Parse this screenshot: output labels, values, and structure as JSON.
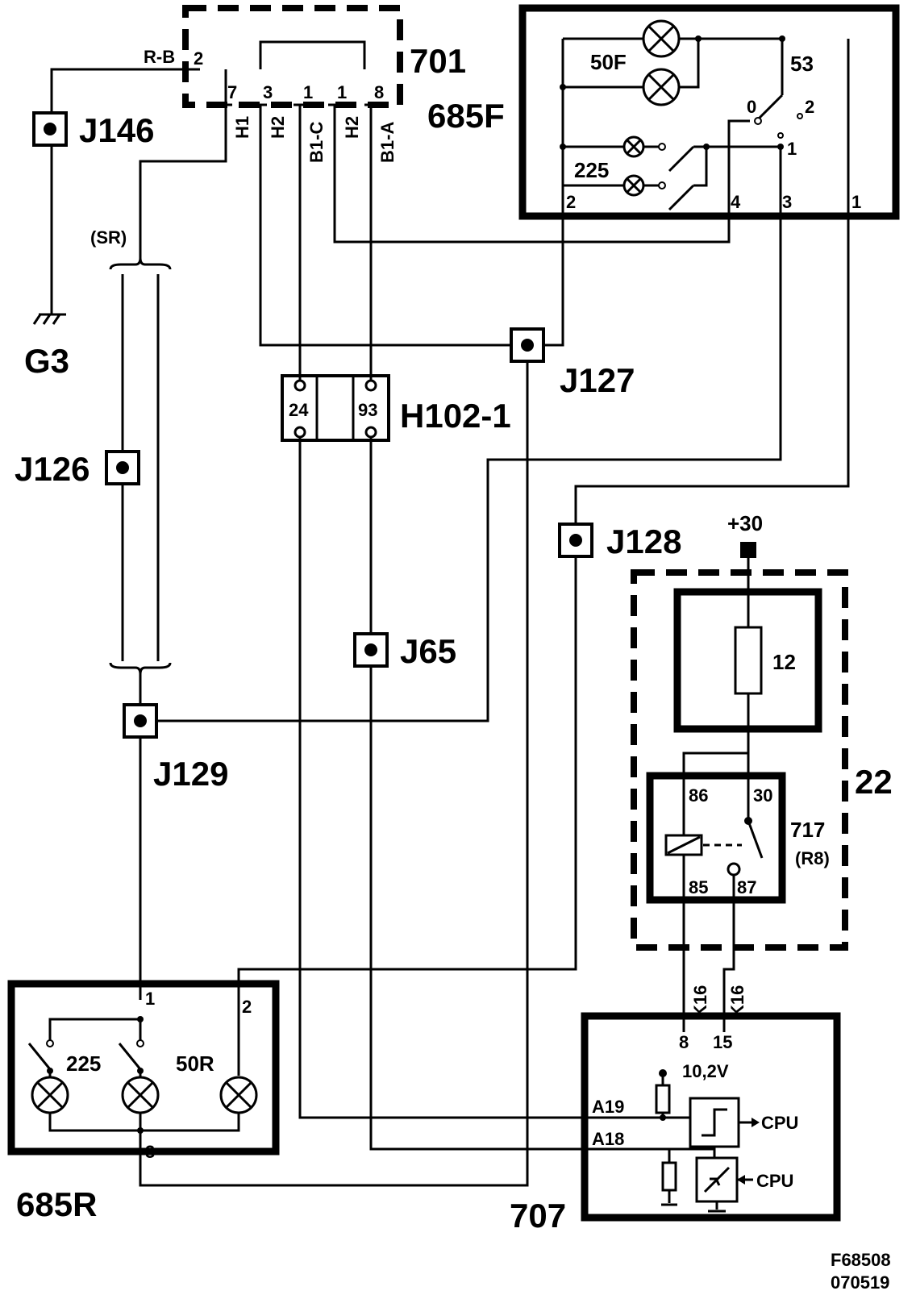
{
  "components": {
    "c701": "701",
    "c685F": "685F",
    "c685R": "685R",
    "c707": "707",
    "c22": "22",
    "c717": "717",
    "c717sub": "(R8)",
    "h102": "H102-1",
    "fuse": "12",
    "ground": "G3"
  },
  "junctions": {
    "j146": "J146",
    "j127": "J127",
    "j126": "J126",
    "j128": "J128",
    "j65": "J65",
    "j129": "J129"
  },
  "labels": {
    "sr": "(SR)",
    "rb": "R-B",
    "supply": "+30",
    "v102": "10,2V",
    "cpu1": "CPU",
    "cpu2": "CPU",
    "a19": "A19",
    "a18": "A18",
    "code1": "F68508",
    "code2": "070519"
  },
  "c701_pins": {
    "p2": "2",
    "p7": "7",
    "p3": "3",
    "p1a": "1",
    "p1b": "1",
    "p8": "8"
  },
  "wire_codes": {
    "h1": "H1",
    "h2a": "H2",
    "b1c": "B1-C",
    "h2b": "H2",
    "b1a": "B1-A",
    "k16a": "K16",
    "k16b": "K16"
  },
  "h102_pins": {
    "p24": "24",
    "p93": "93"
  },
  "f685": {
    "l50f": "50F",
    "l53": "53",
    "l225": "225",
    "s0": "0",
    "s1": "1",
    "s2": "2",
    "p2": "2",
    "p4": "4",
    "p3": "3",
    "p1": "1"
  },
  "r685": {
    "l225": "225",
    "l50r": "50R",
    "p1": "1",
    "p2": "2",
    "p3": "3"
  },
  "relay": {
    "p86": "86",
    "p30": "30",
    "p85": "85",
    "p87": "87"
  },
  "c707_pins": {
    "p8": "8",
    "p15": "15"
  }
}
